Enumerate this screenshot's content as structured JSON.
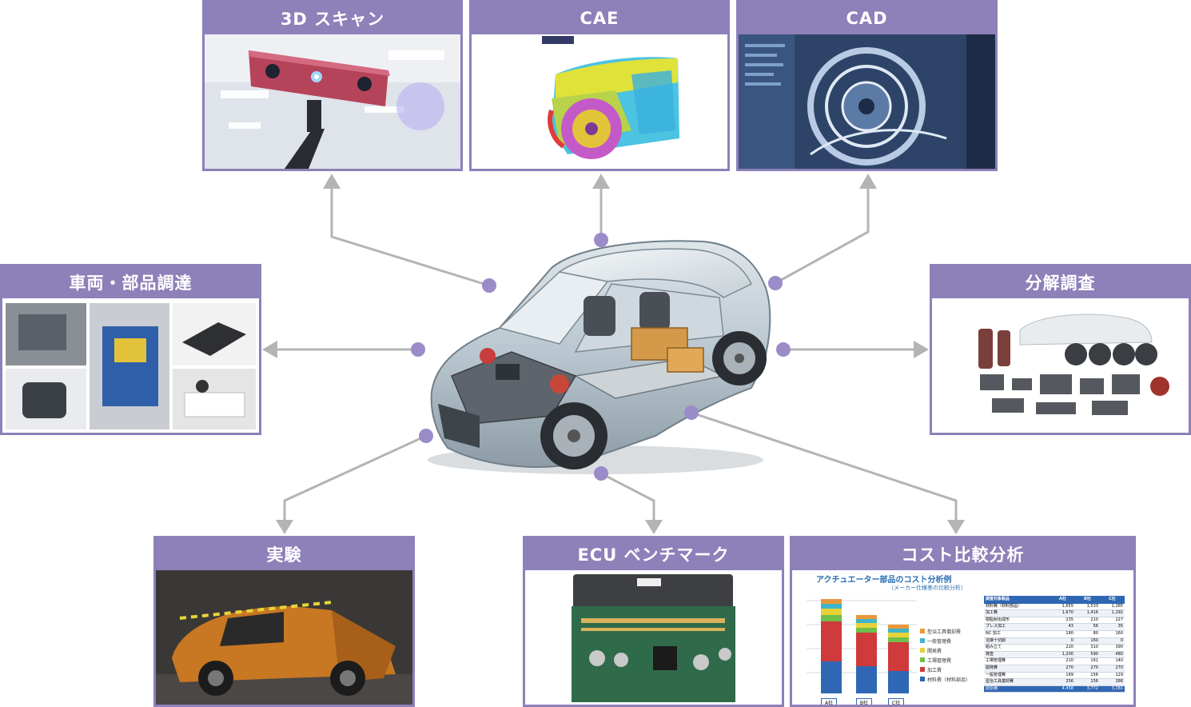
{
  "panels": {
    "scan3d": {
      "title": "3D スキャン"
    },
    "cae": {
      "title": "CAE"
    },
    "cad": {
      "title": "CAD"
    },
    "procurement": {
      "title": "車両・部品調達"
    },
    "teardown": {
      "title": "分解調査"
    },
    "experiment": {
      "title": "実験"
    },
    "ecu": {
      "title": "ECU ベンチマーク"
    },
    "cost": {
      "title": "コスト比較分析",
      "doc_title": "アクチュエーター部品のコスト分析例",
      "doc_subtitle": "（メーカー仕様差の比較分析）",
      "legend": [
        "型治工具償却費",
        "一般管理費",
        "開発費",
        "工場管理費",
        "加工費",
        "材料費（材料部品）"
      ],
      "bar_labels": [
        "A社",
        "B社",
        "C社"
      ],
      "table_header": [
        "調査対象製品",
        "A社",
        "B社",
        "C社"
      ],
      "table_rows": [
        [
          "材料費（材料部品）",
          "1,655",
          "1,533",
          "1,285"
        ],
        [
          "加工費",
          "1,670",
          "1,416",
          "1,292"
        ],
        [
          "樹脂射出成形",
          "235",
          "210",
          "227"
        ],
        [
          "プレス加工",
          "43",
          "56",
          "35"
        ],
        [
          "NC 加工",
          "180",
          "80",
          "160"
        ],
        [
          "溶接十切削",
          "0",
          "160",
          "0"
        ],
        [
          "組み立て",
          "220",
          "310",
          "390"
        ],
        [
          "検査",
          "1,200",
          "590",
          "480"
        ],
        [
          "工場管理費",
          "210",
          "161",
          "140"
        ],
        [
          "開発費",
          "270",
          "270",
          "270"
        ],
        [
          "一般管理費",
          "169",
          "156",
          "129"
        ],
        [
          "型治工具償却費",
          "256",
          "156",
          "286"
        ],
        [
          "総原価",
          "4,458",
          "3,772",
          "3,281"
        ]
      ]
    }
  },
  "colors": {
    "accent": "#8e80b9",
    "connector": "#b4b4b4",
    "dot": "#9b8bc8"
  }
}
